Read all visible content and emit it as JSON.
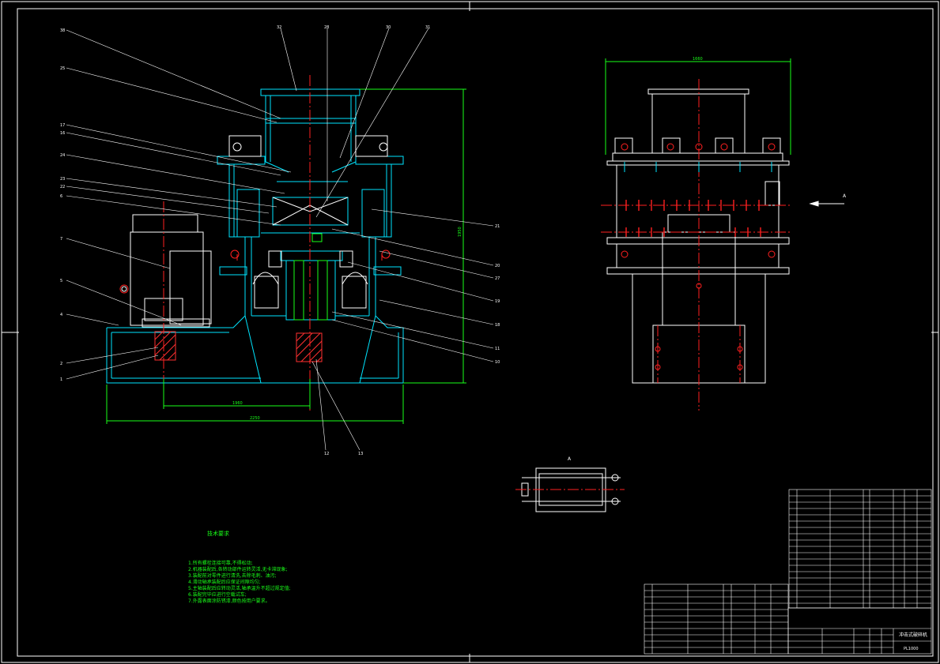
{
  "drawing": {
    "colors": {
      "background": "#000000",
      "frame": "#ffffff",
      "outline": "#00e5ff",
      "detail": "#ffffff",
      "centerline": "#ff2020",
      "dimension": "#19ff19",
      "hatch": "#ff3030"
    },
    "leaders_left": [
      "38",
      "25",
      "17",
      "16",
      "24",
      "23",
      "22",
      "6",
      "7",
      "5",
      "4",
      "2",
      "1"
    ],
    "leaders_top": [
      "32",
      "28",
      "30",
      "31"
    ],
    "leaders_right": [
      "21",
      "20",
      "27",
      "19",
      "18",
      "11",
      "10"
    ],
    "leaders_bottom": [
      "12",
      "13"
    ],
    "dims": {
      "overall_width": "2250",
      "base_width": "1960",
      "height": "1950",
      "top_width": "1660"
    },
    "view_label": "A",
    "technical_notes_title": "技术要求",
    "technical_notes": [
      "1.所有螺栓连接可靠,不得松动;",
      "2.机器装配后,各转动部件运转灵活,无卡滞现象;",
      "3.装配前对零件进行清洗,去除毛刺、油污;",
      "4.滑动轴承装配后应保证间隙均匀;",
      "5.主轴装配后应转动灵活,轴承温升不超过规定值;",
      "6.装配完毕应进行空载试车;",
      "7.外露表面涂防锈漆,颜色按用户要求。"
    ],
    "title_block": {
      "name": "冲击式破碎机",
      "number": "PL1000"
    }
  }
}
